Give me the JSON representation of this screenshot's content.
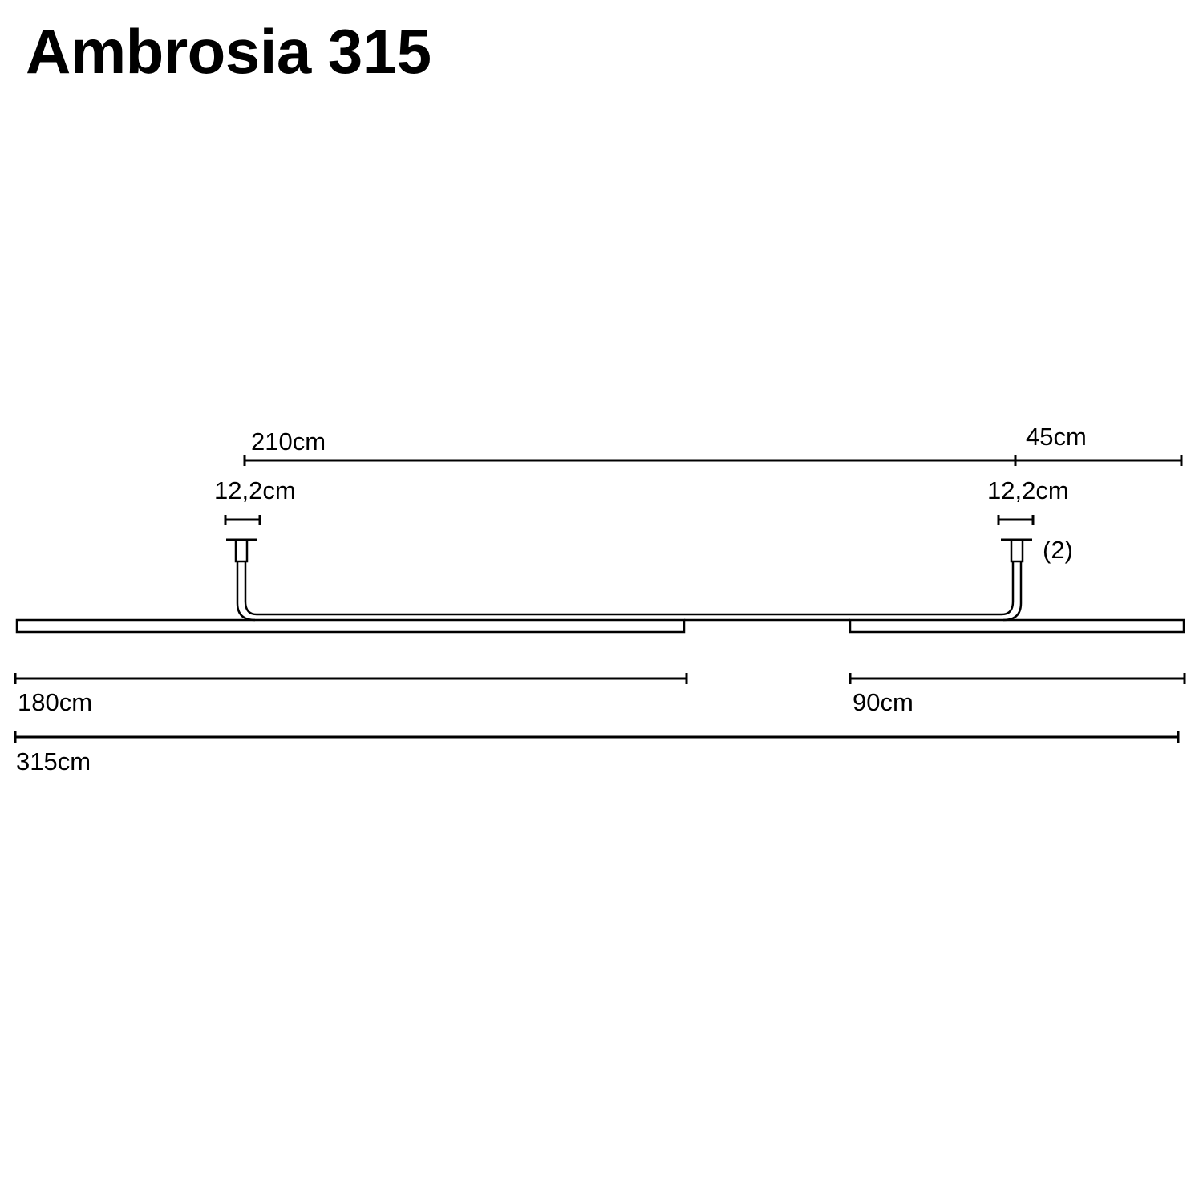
{
  "title": "Ambrosia 315",
  "dimensions": {
    "span_between_mounts": "210cm",
    "right_overhang": "45cm",
    "canopy_left": "12,2cm",
    "canopy_right": "12,2cm",
    "canopy_count": "(2)",
    "left_bar": "180cm",
    "right_bar": "90cm",
    "total_length": "315cm"
  }
}
